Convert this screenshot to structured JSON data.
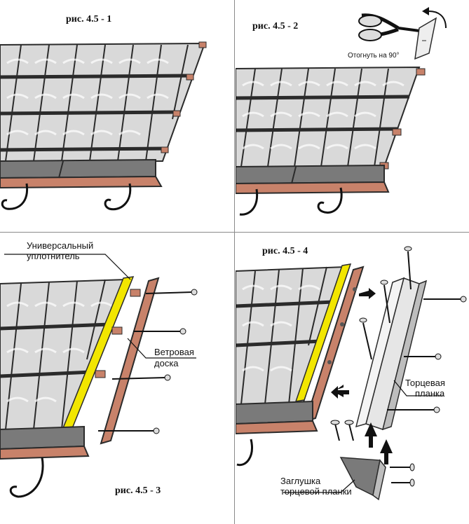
{
  "figures": [
    {
      "caption": "рис. 4.5 - 1"
    },
    {
      "caption": "рис. 4.5 - 2",
      "note": "Отогнуть на 90°"
    },
    {
      "caption": "рис. 4.5 - 3",
      "labels": {
        "sealant_line1": "Универсальный",
        "sealant_line2": "уплотнитель",
        "board_line1": "Ветровая",
        "board_line2": "доска"
      }
    },
    {
      "caption": "рис. 4.5 - 4",
      "labels": {
        "end_strip_line1": "Торцевая",
        "end_strip_line2": "планка",
        "plug_line1": "Заглушка",
        "plug_line2": "торцевой планки"
      }
    }
  ],
  "colors": {
    "tile": "#d9d9d9",
    "tile_outline": "#2b2b2b",
    "gutter": "#7a7a7a",
    "wood": "#c8826a",
    "sealant": "#f2e600",
    "strip": "#e6e6e6"
  }
}
